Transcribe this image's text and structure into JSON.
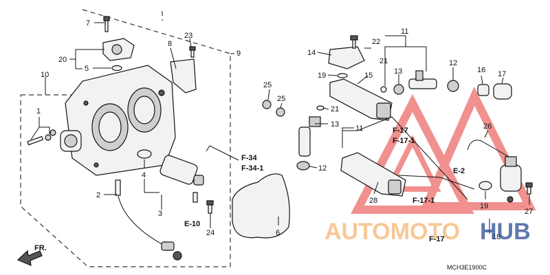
{
  "labels": {
    "l1": "1",
    "l2": "2",
    "l3": "3",
    "l4": "4",
    "l5": "5",
    "l6": "6",
    "l7": "7",
    "l8": "8",
    "l9": "9",
    "l10": "10",
    "l11a": "11",
    "l11b": "11",
    "l12a": "12",
    "l12b": "12",
    "l13a": "13",
    "l13b": "13",
    "l14": "14",
    "l15": "15",
    "l16": "16",
    "l17": "17",
    "l18": "18",
    "l19a": "19",
    "l19b": "19",
    "l20": "20",
    "l21a": "21",
    "l21b": "21",
    "l22": "22",
    "l23": "23",
    "l24": "24",
    "l25a": "25",
    "l25b": "25",
    "l26": "26",
    "l27": "27",
    "l28": "28"
  },
  "refs": {
    "f34": "F-34",
    "f341": "F-34-1",
    "e10": "E-10",
    "e2": "E-2",
    "f17a": "F-17",
    "f171a": "F-17-1",
    "f171b": "F-17-1",
    "f17b": "F-17"
  },
  "front_marker": "FR.",
  "diagram_code": "MCH3E1900C",
  "watermark": {
    "text_a": "AUTOMOTO",
    "text_b": "HUB",
    "color_a": "#f6b26b",
    "color_b": "#1c3f8f",
    "logo_color": "#e53935"
  }
}
